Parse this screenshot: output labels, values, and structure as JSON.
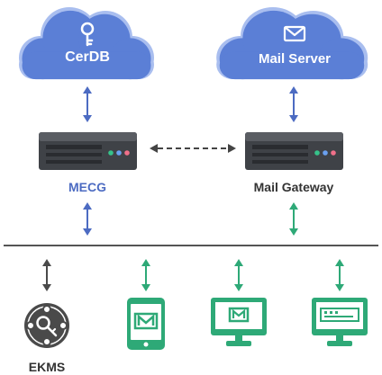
{
  "colors": {
    "cloud_fill": "#5B7FD6",
    "cloud_stroke": "#A9BEEF",
    "blue_arrow": "#4C6BC2",
    "green": "#2EA977",
    "server_body": "#3F4247",
    "dark": "#4A4A4A",
    "mecg_label": "#4C6BC2",
    "divider": "#555555"
  },
  "clouds": [
    {
      "label": "CerDB",
      "icon": "key-icon"
    },
    {
      "label": "Mail Server",
      "icon": "envelope-icon"
    }
  ],
  "servers": [
    {
      "label": "MECG"
    },
    {
      "label": "Mail Gateway"
    }
  ],
  "clients": [
    {
      "label": "EKMS",
      "icon": "key-disc-icon"
    },
    {
      "label": "",
      "icon": "mobile-mail-icon"
    },
    {
      "label": "",
      "icon": "monitor-mail-icon"
    },
    {
      "label": "",
      "icon": "monitor-web-icon"
    }
  ]
}
